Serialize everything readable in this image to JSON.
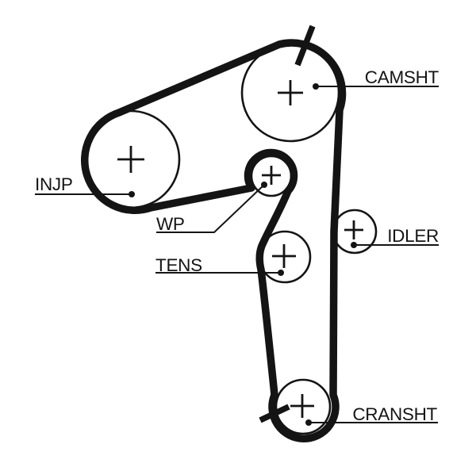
{
  "diagram": {
    "type": "timing-belt-routing",
    "colors": {
      "background": "#ffffff",
      "line": "#141414"
    },
    "pulleys": [
      {
        "id": "camshaft",
        "label": "CAMSHT"
      },
      {
        "id": "injection-pump",
        "label": "INJP"
      },
      {
        "id": "water-pump",
        "label": "WP"
      },
      {
        "id": "tensioner",
        "label": "TENS"
      },
      {
        "id": "idler",
        "label": "IDLER"
      },
      {
        "id": "crankshaft",
        "label": "CRANSHT"
      }
    ]
  }
}
